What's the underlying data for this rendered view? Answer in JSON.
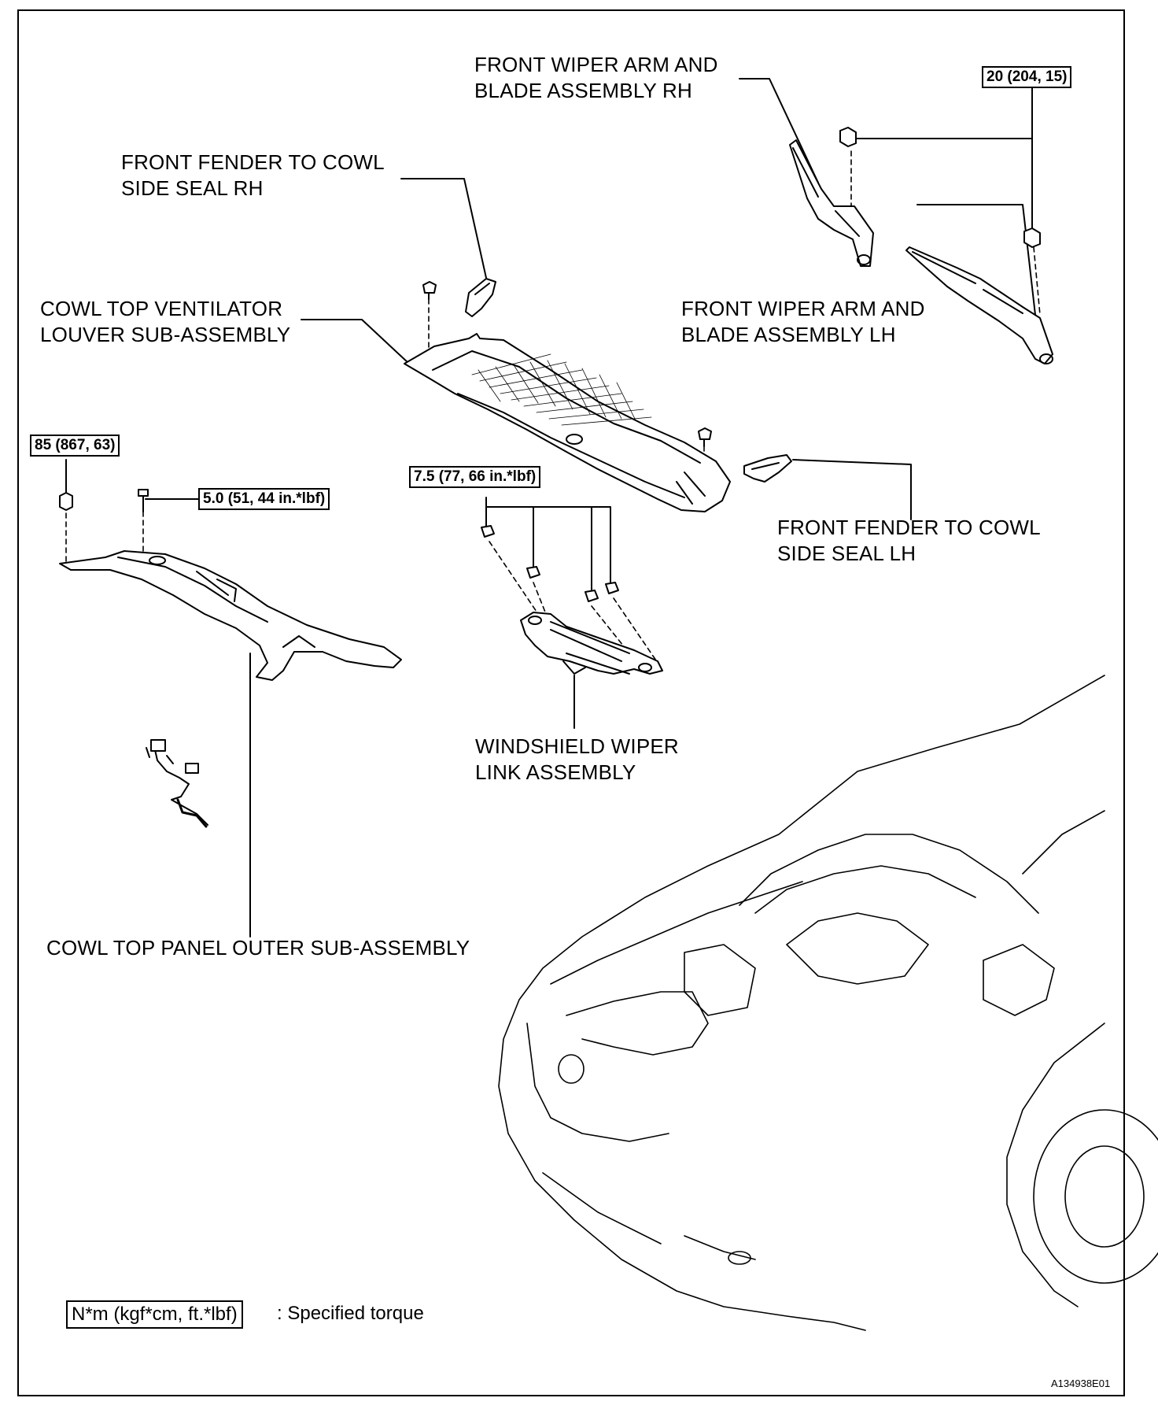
{
  "labels": {
    "wiper_rh": "FRONT WIPER ARM AND\nBLADE ASSEMBLY RH",
    "wiper_lh": "FRONT WIPER ARM AND\nBLADE ASSEMBLY LH",
    "seal_rh": "FRONT FENDER TO COWL\nSIDE SEAL RH",
    "seal_lh": "FRONT FENDER TO COWL\nSIDE SEAL LH",
    "louver": "COWL TOP VENTILATOR\nLOUVER SUB-ASSEMBLY",
    "wiper_link": "WINDSHIELD WIPER\nLINK ASSEMBLY",
    "panel_outer": "COWL TOP PANEL OUTER SUB-ASSEMBLY"
  },
  "torques": {
    "wiper_nut": "20 (204, 15)",
    "panel_nut": "85 (867, 63)",
    "panel_bolt": "5.0 (51, 44 in.*lbf)",
    "link_bolt": "7.5 (77, 66 in.*lbf)"
  },
  "legend": {
    "box": "N*m (kgf*cm, ft.*lbf)",
    "text": ": Specified torque"
  },
  "figure_code": "A134938E01"
}
